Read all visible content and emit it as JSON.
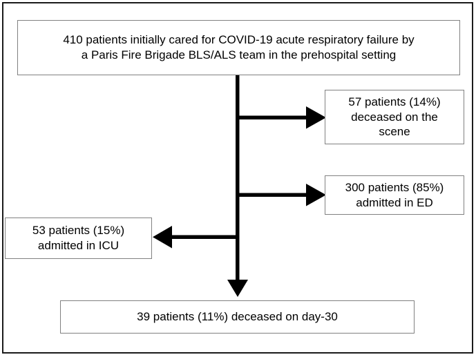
{
  "diagram": {
    "title": "COVID-19 prehospital patient flow diagram",
    "type": "flowchart",
    "accent_color": "#000000",
    "frame_color": "#1a1a1a",
    "box_border_color": "#808080",
    "background_color": "#ffffff",
    "nodes": {
      "cohort": {
        "id": "cohort",
        "label": "410 patients initially cared for COVID-19 acute respiratory failure by a Paris Fire Brigade BLS/ALS team in the prehospital setting",
        "line1": "410 patients initially cared for COVID-19 acute respiratory failure by",
        "line2": "a Paris Fire Brigade BLS/ALS team in the prehospital setting",
        "count": 410,
        "percent": null
      },
      "deceased_scene": {
        "id": "deceased-scene",
        "label": "57 patients (14%) deceased on the scene",
        "line1": "57 patients (14%)",
        "line2": "deceased on the",
        "line3": "scene",
        "count": 57,
        "percent": 14
      },
      "admitted_ed": {
        "id": "admitted-ed",
        "label": "300 patients (85%) admitted in ED",
        "line1": "300 patients (85%)",
        "line2": "admitted in ED",
        "count": 300,
        "percent": 85
      },
      "admitted_icu": {
        "id": "admitted-icu",
        "label": "53 patients (15%) admitted in ICU",
        "line1": "53 patients (15%)",
        "line2": "admitted in ICU",
        "count": 53,
        "percent": 15
      },
      "deceased_day30": {
        "id": "deceased-day30",
        "label": "39 patients (11%) deceased on day-30",
        "line1": "39 patients (11%) deceased on day-30",
        "count": 39,
        "percent": 11
      }
    },
    "edges": [
      {
        "id": "edge-cohort-to-deceased-scene",
        "from": "cohort",
        "to": "deceased_scene",
        "direction": "right",
        "icon": "arrow-right-icon"
      },
      {
        "id": "edge-cohort-to-admitted-ed",
        "from": "cohort",
        "to": "admitted_ed",
        "direction": "right",
        "icon": "arrow-right-icon"
      },
      {
        "id": "edge-cohort-to-admitted-icu",
        "from": "cohort",
        "to": "admitted_icu",
        "direction": "left",
        "icon": "arrow-left-icon"
      },
      {
        "id": "edge-cohort-to-deceased-day30",
        "from": "cohort",
        "to": "deceased_day30",
        "direction": "down",
        "icon": "arrow-down-icon"
      }
    ]
  },
  "chart_data": {
    "type": "table",
    "title": "COVID-19 prehospital patient flow diagram",
    "categories": [
      "Initially cared for (prehospital)",
      "Deceased on the scene",
      "Admitted in ED",
      "Admitted in ICU",
      "Deceased on day-30"
    ],
    "values": [
      410,
      57,
      300,
      53,
      39
    ],
    "percents": [
      null,
      14,
      85,
      15,
      11
    ],
    "xlabel": "",
    "ylabel": "Patients"
  }
}
